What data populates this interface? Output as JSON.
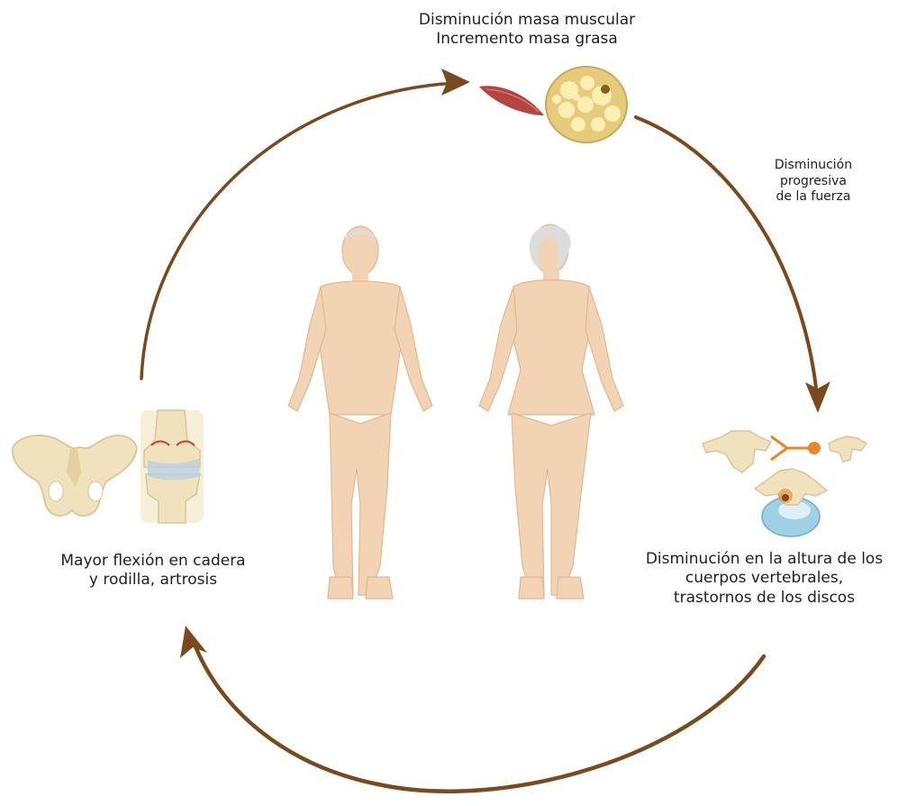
{
  "labels": {
    "top": [
      "Disminución masa muscular",
      "Incremento masa grasa"
    ],
    "side": [
      "Disminución",
      "progresiva",
      "de la fuerza"
    ],
    "right": [
      "Disminución en la altura de los",
      "cuerpos vertebrales,",
      "trastornos de los discos"
    ],
    "left": [
      "Mayor flexión en cadera",
      "y rodilla, artrosis"
    ]
  },
  "colors": {
    "arrow": "#7a4a1e",
    "skin": "#f2d3b3",
    "skin_shade": "#e3b992",
    "hair": "#dcdcdc",
    "bone": "#efe2bd",
    "bone_shade": "#d8c69a",
    "fat": "#fbefb3",
    "fat_border": "#c9a95a",
    "muscle": "#b5433f",
    "disc": "#9fd0e6",
    "nerve": "#e8862a"
  },
  "icons": {
    "muscle": "muscle-fiber-icon",
    "fat": "adipose-tissue-icon",
    "vertebra": "vertebra-icon",
    "pelvis": "pelvis-icon",
    "knee": "knee-joint-icon",
    "male": "elderly-man-figure",
    "female": "elderly-woman-figure"
  }
}
